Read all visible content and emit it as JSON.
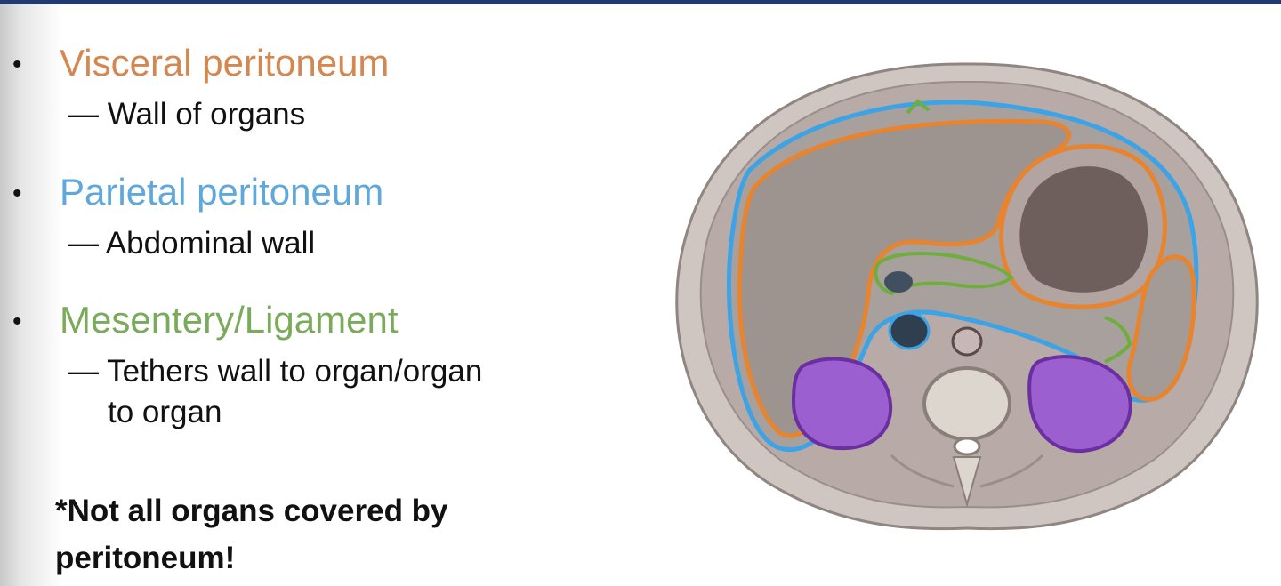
{
  "slide": {
    "items": [
      {
        "heading": "Visceral peritoneum",
        "color": "#d4874e",
        "detail_lines": [
          "— Wall of organs"
        ]
      },
      {
        "heading": "Parietal peritoneum",
        "color": "#5ea8dc",
        "detail_lines": [
          "— Abdominal wall"
        ]
      },
      {
        "heading": "Mesentery/Ligament",
        "color": "#7aab5b",
        "detail_lines": [
          "— Tethers wall to organ/organ",
          "to organ"
        ]
      }
    ],
    "note_lines": [
      "*Not all organs covered by",
      "peritoneum!"
    ],
    "figure": {
      "outline_colors": {
        "visceral": "#e8832e",
        "parietal": "#3ba3e6",
        "mesentery": "#6fae3c",
        "kidney": "#8e4fc2"
      }
    }
  }
}
